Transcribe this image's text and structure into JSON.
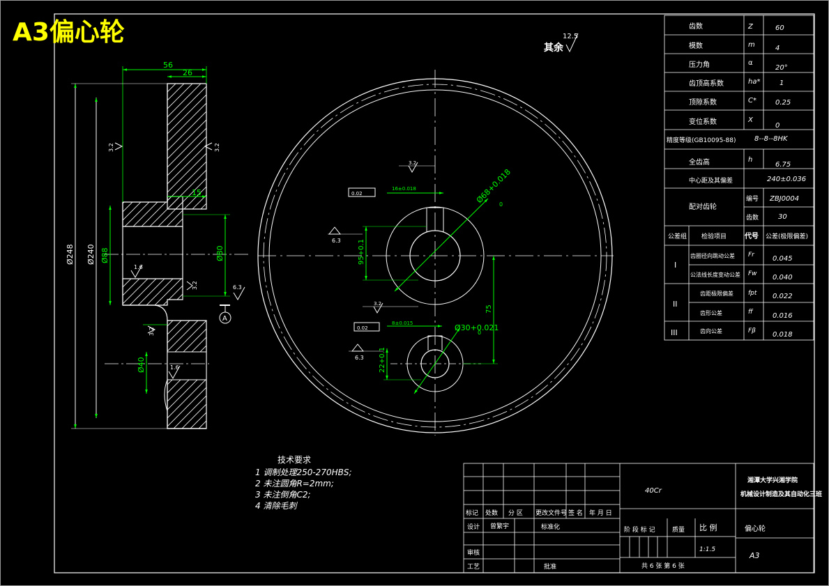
{
  "title": "A3偏心轮",
  "surface_roughness": {
    "label": "其余",
    "value": "12.5"
  },
  "params": [
    {
      "name": "齿数",
      "symbol": "Z",
      "value": "60"
    },
    {
      "name": "模数",
      "symbol": "m",
      "value": "4"
    },
    {
      "name": "压力角",
      "symbol": "α",
      "value": "20°"
    },
    {
      "name": "齿顶高系数",
      "symbol": "ha*",
      "value": "1"
    },
    {
      "name": "顶隙系数",
      "symbol": "C*",
      "value": "0.25"
    },
    {
      "name": "变位系数",
      "symbol": "X",
      "value": "0"
    }
  ],
  "precision": {
    "name": "精度等级(GB10095-88)",
    "value": "8--8--8HK"
  },
  "full_height": {
    "name": "全齿高",
    "symbol": "h",
    "value": "6.75"
  },
  "center_distance": {
    "name": "中心距及其偏差",
    "value": "240±0.036"
  },
  "mating_gear": {
    "name": "配对齿轮",
    "code_label": "编号",
    "code": "ZBJ0004",
    "teeth_label": "齿数",
    "teeth": "30"
  },
  "tolerance_header": {
    "group": "公差组",
    "item": "检验项目",
    "code": "代号",
    "value": "公差(极限偏差)"
  },
  "tolerances": [
    {
      "group": "I",
      "item": "齿圈径向跳动公差",
      "code": "Fr",
      "value": "0.045"
    },
    {
      "group": "",
      "item": "公法线长度变动公差",
      "code": "Fw",
      "value": "0.040"
    },
    {
      "group": "II",
      "item": "齿距极限偏差",
      "code": "fpt",
      "value": "0.022"
    },
    {
      "group": "",
      "item": "齿形公差",
      "code": "ff",
      "value": "0.016"
    },
    {
      "group": "III",
      "item": "齿向公差",
      "code": "Fβ",
      "value": "0.018"
    }
  ],
  "dims": {
    "d56": "56",
    "d26": "26",
    "d15": "15",
    "dia248": "Ø248",
    "dia240": "Ø240",
    "dia88": "Ø88",
    "dia80": "Ø80",
    "dia40": "Ø40",
    "r32a": "3.2",
    "r32b": "3.2",
    "r16a": "1.6",
    "r16b": "1.6",
    "r32c": "3.2",
    "r32d": "3.2",
    "r63": "6.3",
    "datum": "A",
    "hole1_dia": "Ø68+0.018",
    "hole1_low": "0",
    "hole2_dia": "Ø30+0.021",
    "hole2_low": "0",
    "key1": "16±0.018",
    "key2": "8±0.015",
    "tol1": "0.02",
    "tol2": "0.02",
    "h1": "95+0.1",
    "h2": "22+0.1",
    "d75": "75",
    "r33": "3.2",
    "r34": "3.2",
    "r63a": "6.3",
    "r63b": "6.3"
  },
  "tech_req": {
    "heading": "技术要求",
    "items": [
      "1 调制处理250-270HBS;",
      "2 未注圆角R=2mm;",
      "3 未注倒角C2;",
      "4 清除毛刺"
    ]
  },
  "title_block": {
    "material": "40Cr",
    "school_line1": "湘潭大学兴湘学院",
    "school_line2": "机械设计制造及其自动化三班",
    "rev_labels": [
      "标记",
      "处数",
      "分 区",
      "更改文件号",
      "签 名",
      "年 月 日"
    ],
    "design_label": "设计",
    "designer": "曾繁宇",
    "standard_label": "标准化",
    "stage_label": "阶 段 标 记",
    "weight_label": "质量",
    "scale_label": "比 例",
    "scale": "1:1.5",
    "part_name": "偏心轮",
    "review_label": "审核",
    "process_label": "工艺",
    "approve_label": "批准",
    "sheet": "共 6 张  第 6 张",
    "size": "A3"
  }
}
